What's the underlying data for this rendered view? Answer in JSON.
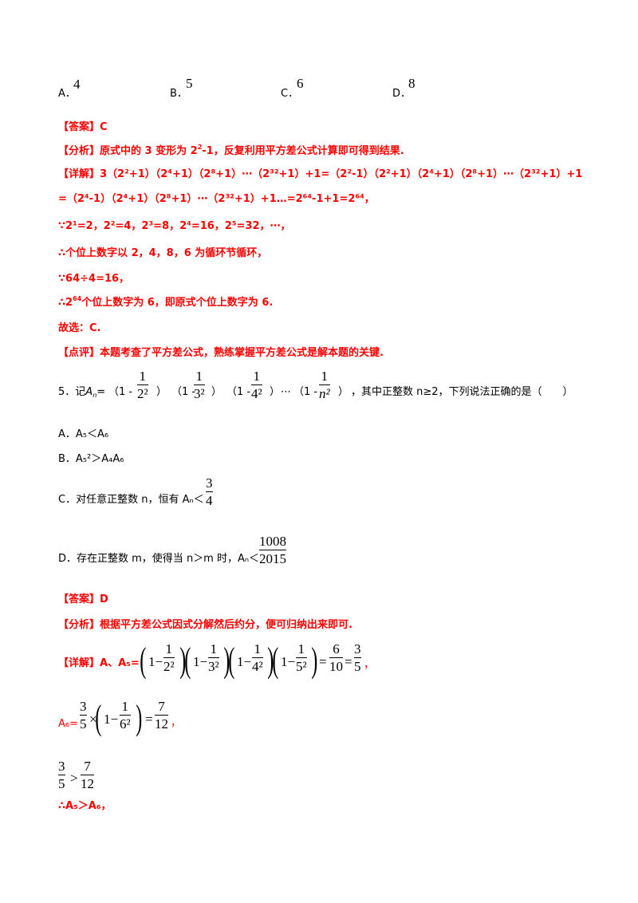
{
  "q4_options": {
    "a_label": "A．",
    "a_value": "4",
    "b_label": "B．",
    "b_value": "5",
    "c_label": "C．",
    "c_value": "6",
    "d_label": "D．",
    "d_value": "8"
  },
  "q4_solution": {
    "answer_tag": "【答案】",
    "answer": "C",
    "analysis_tag": "【分析】",
    "analysis_pre": "原式中的 3 变形为 2",
    "analysis_post": "-1，反复利用平方差公式计算即可得到结果.",
    "detail_tag": "【详解】",
    "detail_line1": "3（2²+1）（2⁴+1）（2⁸+1）⋯（2³²+1）+1=（2²-1）（2²+1）（2⁴+1）（2⁸+1）⋯（2³²+1）+1",
    "detail_line2": "=（2⁴-1）（2⁴+1）（2⁸+1）⋯（2³²+1）+1…=2⁶⁴-1+1=2⁶⁴，",
    "powers_line": "∵2¹=2，2²=4，2³=8，2⁴=16，2⁵=32，⋯，",
    "cycle_line": "∴个位上数字以 2，4，8，6 为循环节循环，",
    "division_line": "∵64÷4=16，",
    "conclusion_pre": "∴2",
    "conclusion_exp": "64",
    "conclusion_post": "个位上数字为 6，即原式个位上数字为 6.",
    "choice_line": "故选：C.",
    "comment_tag": "【点评】",
    "comment": "本题考查了平方差公式，熟练掌握平方差公式是解本题的关键."
  },
  "q5": {
    "prefix": "5．记",
    "expr_start": "A",
    "expr_sub": "n",
    "eq": "=",
    "factor_open": "（1 -",
    "factor_close": "）",
    "one": "1",
    "den1": "2²",
    "den2": "3²",
    "den3": "4²",
    "den4": "n²",
    "dots": "⋯",
    "suffix": "，其中正整数 n≥2，下列说法正确的是（　　）",
    "opt_a": "A．A₅＜A₆",
    "opt_b": "B．A₅²＞A₄A₆",
    "opt_c": "C．对任意正整数 n，恒有 Aₙ＜",
    "opt_c_num": "3",
    "opt_c_den": "4",
    "opt_d": "D．存在正整数 m，使得当 n＞m 时，Aₙ＜",
    "opt_d_num": "1008",
    "opt_d_den": "2015"
  },
  "q5_solution": {
    "answer_tag": "【答案】",
    "answer": "D",
    "analysis_tag": "【分析】",
    "analysis": "根据平方差公式因式分解然后约分，便可归纳出来即可.",
    "detail_tag": "【详解】",
    "detail_head": "A、A₅=",
    "detail_eq_rhs_num1": "6",
    "detail_eq_rhs_den1": "10",
    "detail_eq_rhs_num2": "3",
    "detail_eq_rhs_den2": "5",
    "detail_factor_dens": [
      "2²",
      "3²",
      "4²",
      "5²"
    ],
    "a6_head": "A₆=",
    "a6_num": "3",
    "a6_den": "5",
    "a6_inner_den": "6²",
    "a6_result_num": "7",
    "a6_result_den": "12",
    "compare_num1": "3",
    "compare_den1": "5",
    "compare_num2": "7",
    "compare_den2": "12",
    "conclusion": "∴A₅＞A₆，"
  }
}
